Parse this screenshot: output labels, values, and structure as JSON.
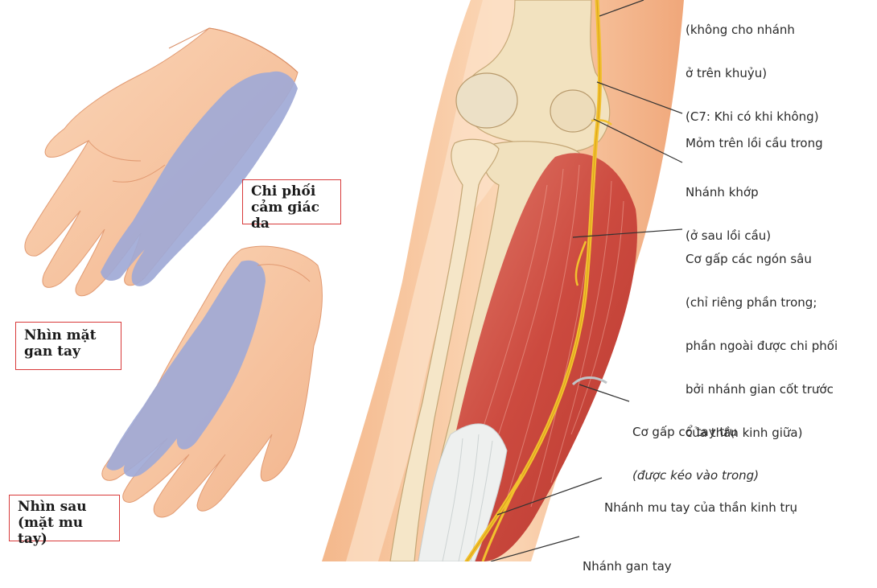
{
  "labels": {
    "top_note": [
      "(không cho nhánh",
      "ở trên khuỷu)",
      "(C7: Khi có khi không)"
    ],
    "epicondyle": "Mỏm trên lồi cầu trong",
    "articular": [
      "Nhánh khớp",
      "(ở sau lồi cầu)"
    ],
    "fdp": [
      "Cơ gấp các ngón sâu",
      "(chỉ riêng phần trong;",
      "phần ngoài được chi phối",
      "bởi nhánh gian cốt trước",
      "của thần kinh giữa)"
    ],
    "fcu": [
      "Cơ gấp cổ tay trụ",
      "(được kéo vào trong)"
    ],
    "dorsal_branch": "Nhánh mu tay của thần kinh trụ",
    "palmar_branch": "Nhánh gan tay"
  },
  "boxes": {
    "sensory": [
      "Chi phối",
      "cảm giác da"
    ],
    "palmar_view": [
      "Nhìn mặt",
      "gan tay"
    ],
    "dorsal_view": [
      "Nhìn sau",
      "(mặt mu tay)"
    ]
  },
  "colors": {
    "skin": "#f7c9a3",
    "skin_shade": "#eea77e",
    "sensory_area": "#9fa9d6",
    "muscle": "#d9574a",
    "nerve": "#f2c12e",
    "bone": "#f3e4c4",
    "box_border": "#d83a3a"
  }
}
